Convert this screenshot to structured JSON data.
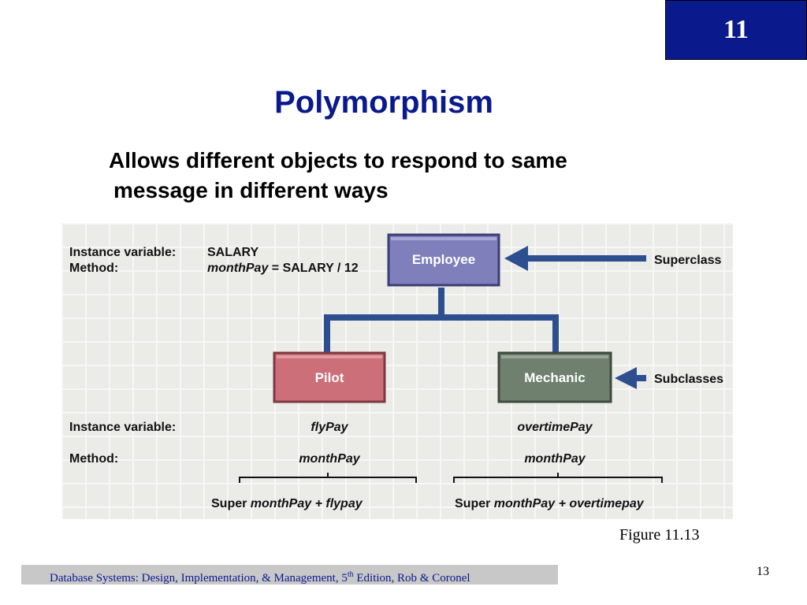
{
  "slide": {
    "chapter": "11",
    "title": "Polymorphism",
    "bullet_line1": "Allows different objects to respond to same",
    "bullet_line2": "message in different ways",
    "caption": "Figure 11.13",
    "page_number": "13"
  },
  "footer": {
    "text_before": "Database Systems: Design, Implementation, & Management, 5",
    "superscript": "th",
    "text_after": " Edition, Rob & Coronel"
  },
  "diagram": {
    "top_instance_label": "Instance variable:",
    "top_method_label": "Method:",
    "top_instance_value": "SALARY",
    "top_method_name": "monthPay",
    "top_method_formula": " = SALARY / 12",
    "superclass_box": "Employee",
    "superclass_label": "Superclass",
    "subclass_left_box": "Pilot",
    "subclass_right_box": "Mechanic",
    "subclasses_label": "Subclasses",
    "bottom_instance_label": "Instance variable:",
    "bottom_method_label": "Method:",
    "pilot_instance": "flyPay",
    "mechanic_instance": "overtimePay",
    "pilot_method": "monthPay",
    "mechanic_method": "monthPay",
    "pilot_super_prefix": "Super ",
    "pilot_super_formula": "monthPay + flypay",
    "mechanic_super_prefix": "Super ",
    "mechanic_super_formula": "monthPay + overtimepay",
    "colors": {
      "employee_box": "#7f80bb",
      "pilot_box": "#cc6f78",
      "mechanic_box": "#6f806f",
      "connector": "#2d4f8f"
    }
  }
}
